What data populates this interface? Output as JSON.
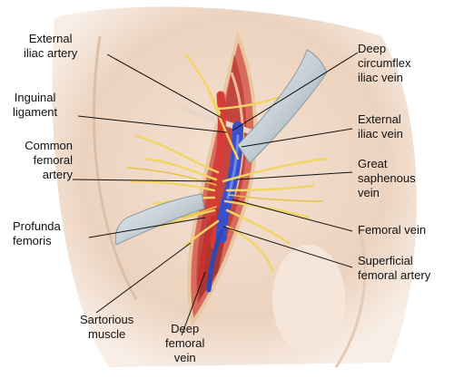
{
  "labels": {
    "external_iliac_artery": [
      "External",
      "iliac artery"
    ],
    "inguinal_ligament": [
      "Inguinal",
      "ligament"
    ],
    "common_femoral_artery": [
      "Common",
      "femoral",
      "artery"
    ],
    "profunda_femoris": [
      "Profunda",
      "femoris"
    ],
    "sartorious_muscle": [
      "Sartorious",
      "muscle"
    ],
    "deep_femoral_vein": [
      "Deep",
      "femoral",
      "vein"
    ],
    "deep_circumflex_iliac_vein": [
      "Deep",
      "circumflex",
      "iliac vein"
    ],
    "external_iliac_vein": [
      "External",
      "iliac vein"
    ],
    "great_saphenous_vein": [
      "Great",
      "saphenous",
      "vein"
    ],
    "femoral_vein": [
      "Femoral vein"
    ],
    "superficial_femoral_artery": [
      "Superficial",
      "femoral artery"
    ]
  },
  "colors": {
    "skin": "#f1dccb",
    "skin_shadow": "#e3c1a6",
    "incision": "#cf5a4a",
    "wound_deep": "#c23a33",
    "artery": "#d8403a",
    "vein": "#3a55c9",
    "nerve": "#f2d564",
    "retractor": "#c9d3d8",
    "leader_line": "#111111"
  }
}
